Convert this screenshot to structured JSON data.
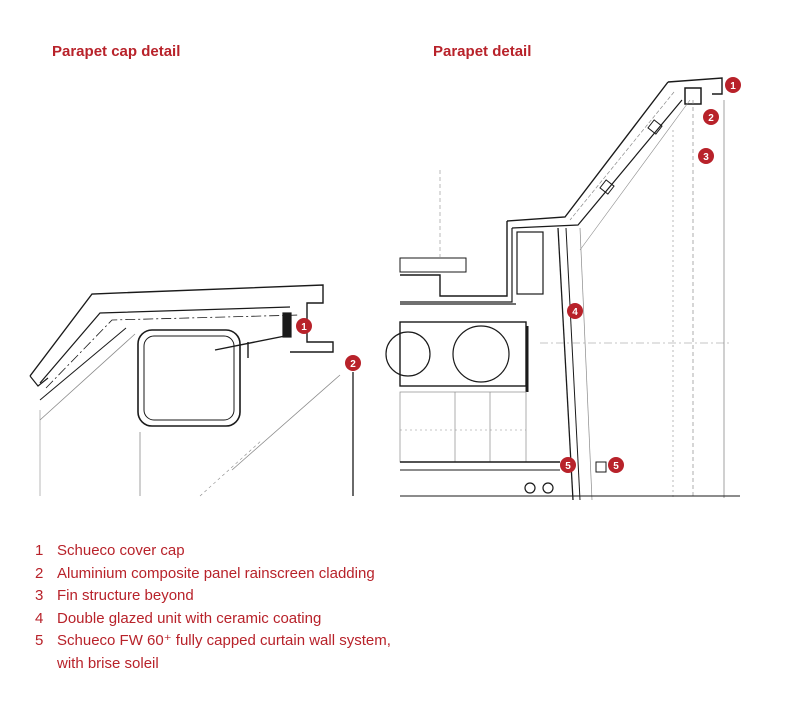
{
  "titles": {
    "left": "Parapet cap detail",
    "right": "Parapet detail"
  },
  "callouts": {
    "left": [
      "1",
      "2"
    ],
    "right": [
      "1",
      "2",
      "3",
      "4",
      "5",
      "5"
    ]
  },
  "legend": [
    {
      "num": "1",
      "text": "Schueco cover cap"
    },
    {
      "num": "2",
      "text": "Aluminium composite panel rainscreen cladding"
    },
    {
      "num": "3",
      "text": "Fin structure beyond"
    },
    {
      "num": "4",
      "text": "Double glazed unit with ceramic coating"
    },
    {
      "num": "5",
      "text": "Schueco FW 60⁺ fully capped curtain wall system,"
    },
    {
      "num": "",
      "text": "with brise soleil"
    }
  ],
  "colors": {
    "accent": "#b8222a",
    "line": "#1a1a1a",
    "faint": "#8a8a8a"
  }
}
